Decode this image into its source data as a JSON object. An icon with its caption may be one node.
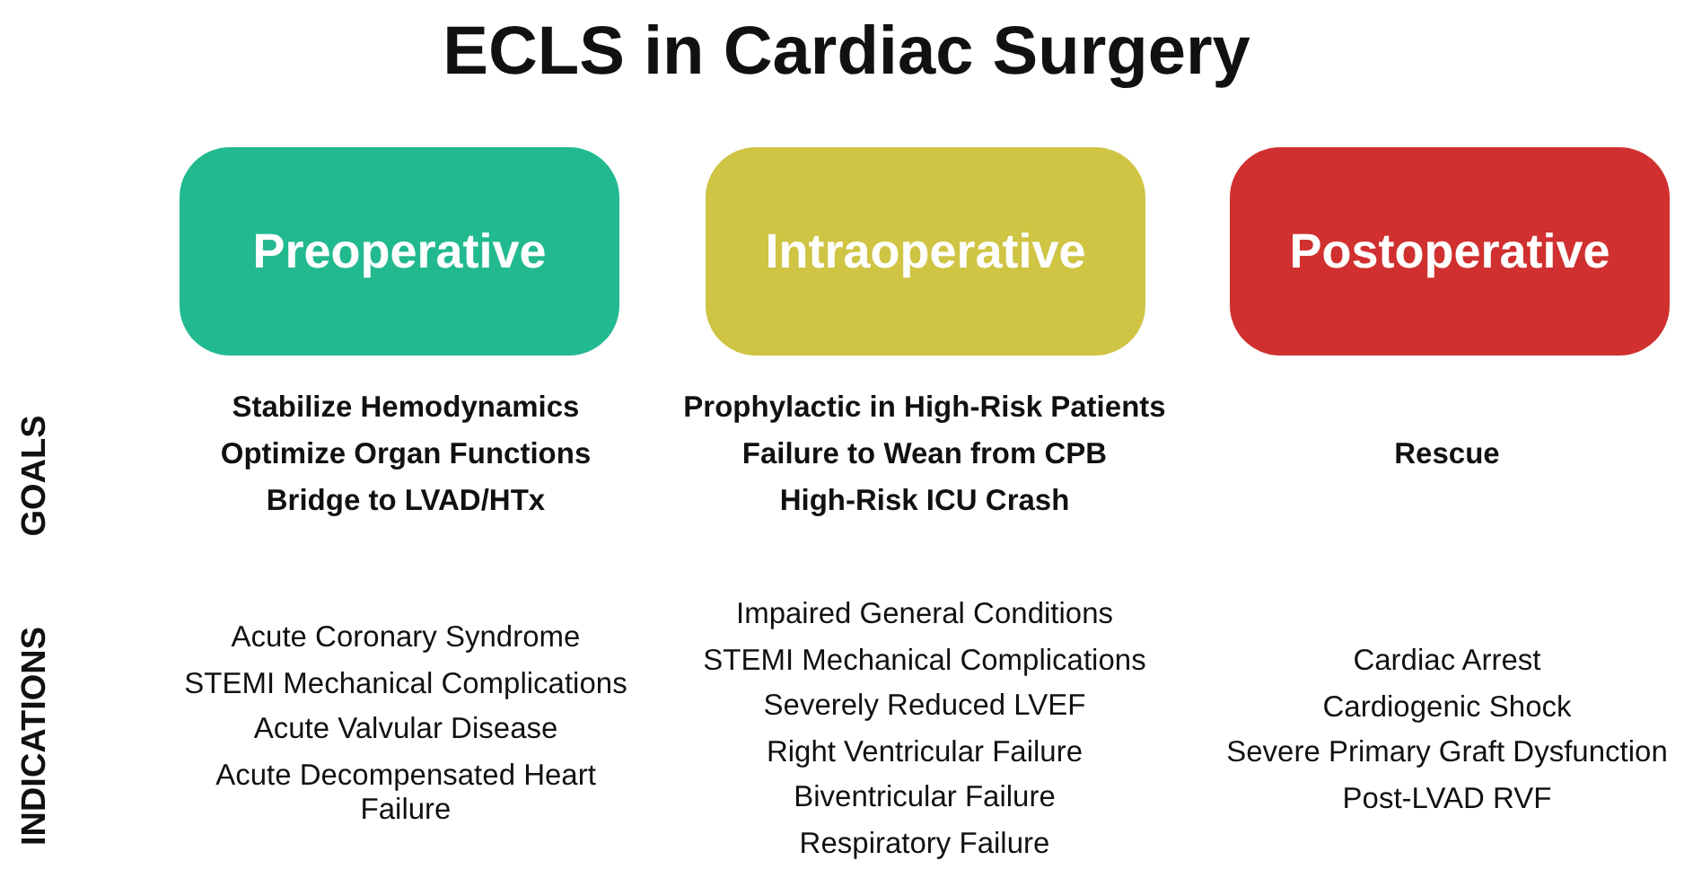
{
  "diagram": {
    "title": "ECLS in Cardiac Surgery",
    "nodes": [
      {
        "text": [
          "Preoperative"
        ]
      },
      {
        "text": [
          "Intraoperative"
        ]
      },
      {
        "text": [
          "Postoperative"
        ]
      }
    ],
    "labels": [
      "GOALS",
      "Stabilize Hemodynamics",
      "Optimize Organ Functions",
      "Bridge to LVAD/HTx",
      "Prophylactic in High-Risk Patients",
      "Failure to Wean from CPB",
      "High-Risk ICU Crash",
      "Rescue",
      "INDICATIONS",
      "Acute Coronary Syndrome",
      "STEMI Mechanical Complications",
      "Acute Valvular Disease",
      "Acute Decompensated Heart Failure",
      "Impaired General Conditions",
      "STEMI Mechanical Complications",
      "Severely Reduced LVEF",
      "Right Ventricular Failure",
      "Biventricular Failure",
      "Respiratory Failure",
      "Cardiac Arrest",
      "Cardiogenic Shock",
      "Severe Primary Graft Dysfunction",
      "Post-LVAD RVF"
    ]
  }
}
